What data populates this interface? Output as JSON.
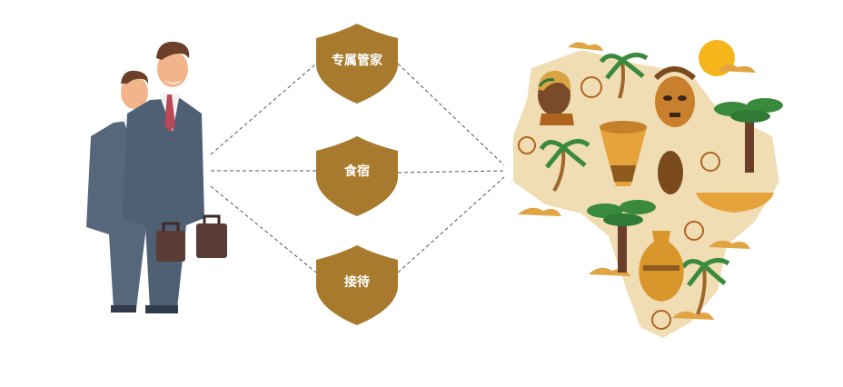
{
  "diagram": {
    "services": [
      {
        "label": "专属管家"
      },
      {
        "label": "食宿"
      },
      {
        "label": "接待"
      }
    ]
  },
  "colors": {
    "shield": "#a87a2e",
    "shield_dark": "#8e6524",
    "connector": "#555555",
    "map_fill": "#f1ddb4",
    "suit": "#5a6b80",
    "accent_sun": "#f7b51c"
  },
  "icons": [
    "businessmen",
    "africa-map",
    "drum-icon",
    "mask-icon",
    "palm-tree-icon",
    "baobab-tree-icon",
    "vase-icon",
    "sun-icon",
    "shield-leaf-icon"
  ]
}
